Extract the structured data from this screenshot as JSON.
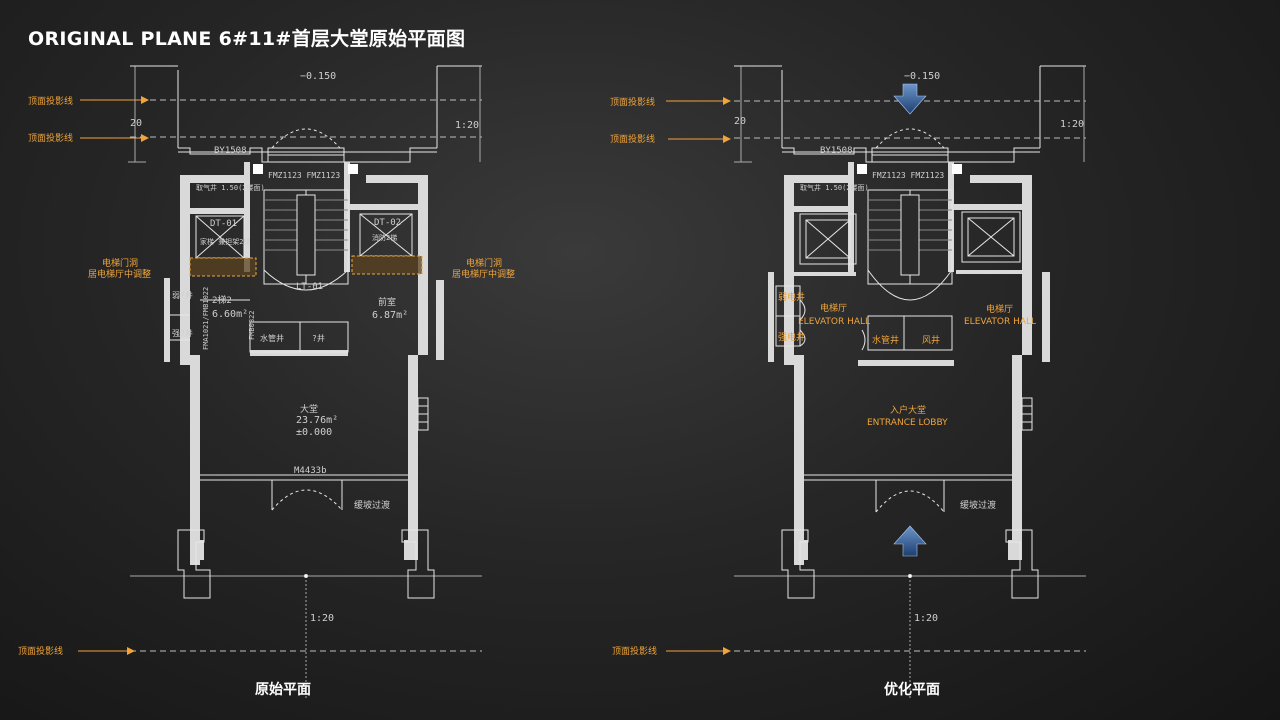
{
  "title": "ORIGINAL PLANE  6#11#首层大堂原始平面图",
  "projection_line_label": "顶面投影线",
  "left_plan": {
    "caption": "原始平面",
    "level_mark": "−0.150",
    "scale_top": "1:20",
    "scale_bottom": "1:20",
    "scale_left_num": "20",
    "window_code": "BY1508",
    "door_codes": "FMZ1123 FMZ1123",
    "shaft_note": "取气井 1.50(2楼面)",
    "elevator_1": "DT-01",
    "elevator_1_note": "家梯 兼担架2梯",
    "elevator_2": "DT-02",
    "elevator_2_note": "消防2梯",
    "stair": "LT-01",
    "elevator_callout": "电梯门洞\n居电梯厅中调整",
    "room_left_name": "2梯2",
    "room_left_area": "6.60m²",
    "room_right_name": "前室",
    "room_right_area": "6.87m²",
    "shaft_a": "弱?井",
    "shaft_b": "强?井",
    "pipe": "水管井",
    "wind": "?井",
    "door_side_a": "FMA1021/FMB1022",
    "door_side_b": "FMB0822",
    "lobby_name": "大堂",
    "lobby_area": "23.76m²",
    "lobby_level": "±0.000",
    "entry_door": "M4433b",
    "slope": "缓坡过渡"
  },
  "right_plan": {
    "caption": "优化平面",
    "level_mark": "−0.150",
    "scale_top": "1:20",
    "scale_bottom": "1:20",
    "scale_left_num": "20",
    "window_code": "BY1508",
    "door_codes": "FMZ1123 FMZ1123",
    "shaft_note": "取气井 1.50(2楼面)",
    "hall_left_cn": "电梯厅",
    "hall_left_en": "ELEVATOR HALL",
    "hall_right_cn": "电梯厅",
    "hall_right_en": "ELEVATOR HALL",
    "weak_shaft": "弱电井",
    "strong_shaft": "强电井",
    "pipe": "水管井",
    "wind": "风井",
    "lobby_cn": "入户大堂",
    "lobby_en": "ENTRANCE LOBBY",
    "slope": "缓坡过渡"
  },
  "colors": {
    "accent_orange": "#f0a43a",
    "line_white": "#e6e6e6",
    "arrow_blue": "#2f5f9e"
  }
}
